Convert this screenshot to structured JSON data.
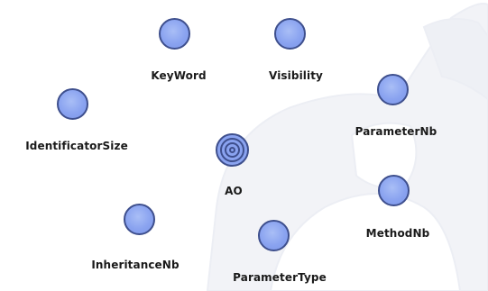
{
  "graph": {
    "center": {
      "label": "AO"
    },
    "nodes": [
      {
        "id": "keyword",
        "label": "KeyWord"
      },
      {
        "id": "visibility",
        "label": "Visibility"
      },
      {
        "id": "identificatorsize",
        "label": "IdentificatorSize"
      },
      {
        "id": "parameternb",
        "label": "ParameterNb"
      },
      {
        "id": "inheritancenb",
        "label": "InheritanceNb"
      },
      {
        "id": "methodnb",
        "label": "MethodNb"
      },
      {
        "id": "parametertype",
        "label": "ParameterType"
      }
    ]
  },
  "colors": {
    "node_fill": "#8aa3f0",
    "node_border": "#3e4f8d",
    "watermark": "#f2f3f7",
    "label": "#1a1a1a"
  }
}
